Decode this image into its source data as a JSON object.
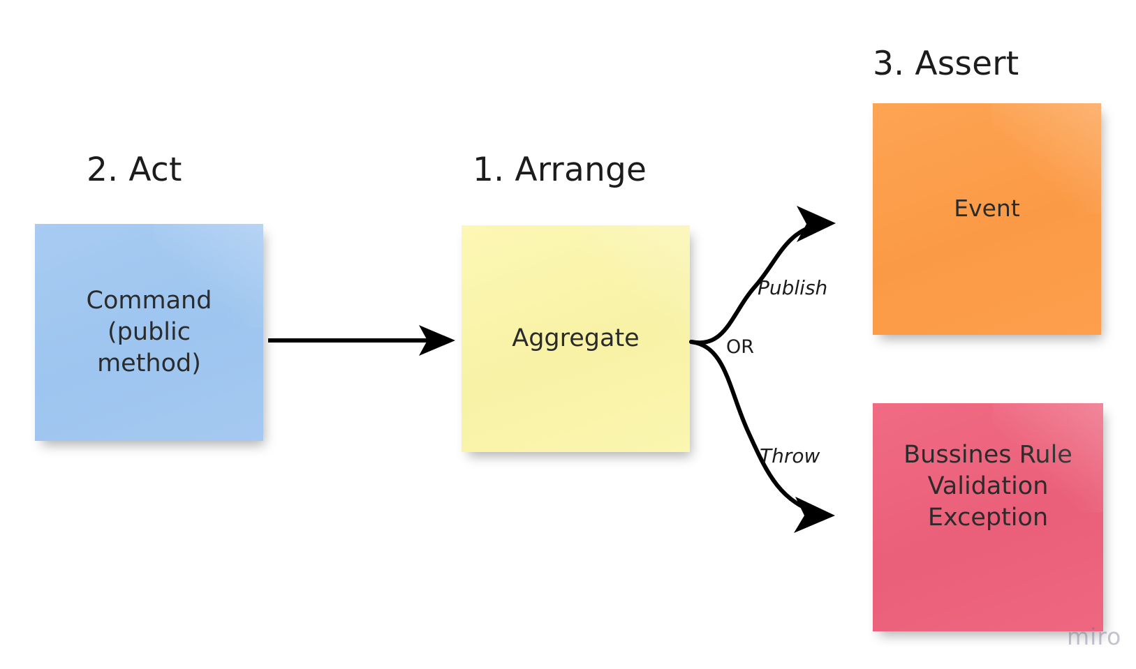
{
  "board": {
    "background_color": "#ffffff",
    "watermark": "miro"
  },
  "titles": {
    "act": "2. Act",
    "arrange": "1. Arrange",
    "assert": "3. Assert"
  },
  "notes": [
    {
      "id": "command",
      "text": "Command\n(public\nmethod)",
      "color": "#a2c8f0",
      "section": "2. Act"
    },
    {
      "id": "aggregate",
      "text": "Aggregate",
      "color": "#fbf5ae",
      "section": "1. Arrange"
    },
    {
      "id": "event",
      "text": "Event",
      "color": "#fc9e4e",
      "section": "3. Assert"
    },
    {
      "id": "exception",
      "text": "Bussines Rule\nValidation\nException",
      "color": "#ee6680",
      "section": "3. Assert"
    }
  ],
  "edges": [
    {
      "id": "command-to-aggregate",
      "label": "",
      "from": "command",
      "to": "aggregate",
      "style": "straight",
      "color": "#000000"
    },
    {
      "id": "aggregate-to-event",
      "label": "Publish",
      "from": "aggregate",
      "to": "event",
      "style": "curved",
      "color": "#000000"
    },
    {
      "id": "branch-or",
      "label": "OR",
      "from": "aggregate",
      "to": "",
      "style": "none",
      "color": "#000000"
    },
    {
      "id": "aggregate-to-exception",
      "label": "Throw",
      "from": "aggregate",
      "to": "exception",
      "style": "curved",
      "color": "#000000"
    }
  ]
}
